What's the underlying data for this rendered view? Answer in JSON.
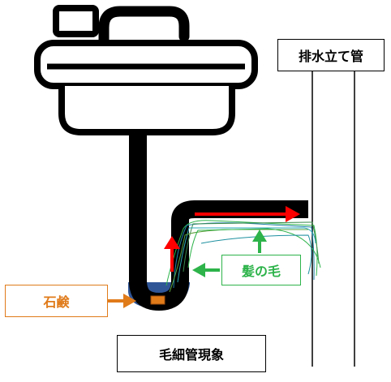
{
  "labels": {
    "drain_stack": "排水立て管",
    "soap": "石鹸",
    "hair": "髪の毛",
    "caption": "毛細管現象"
  },
  "colors": {
    "pipe": "#000000",
    "water": "#2f5597",
    "soap": "#e07b1a",
    "hair": "#2db34a",
    "flow_arrow": "#ff0000"
  },
  "icons": [
    "sink-icon",
    "faucet-icon",
    "flow-arrow-icon",
    "hair-strands-icon"
  ]
}
